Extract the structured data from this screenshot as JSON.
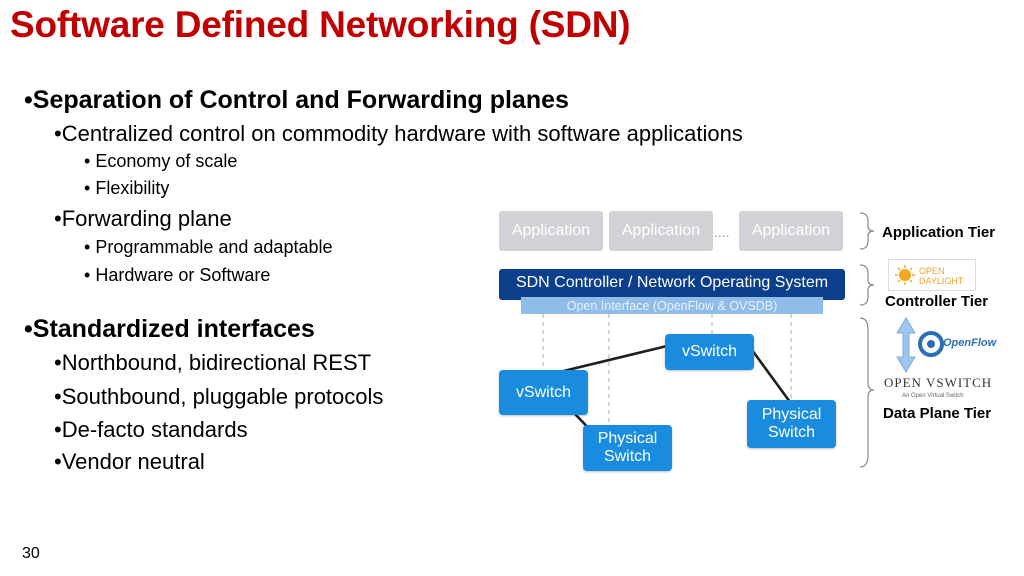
{
  "slide": {
    "title": "Software Defined Networking (SDN)",
    "page_number": "30"
  },
  "bullets": [
    {
      "level": 1,
      "text": "Separation of Control and Forwarding planes"
    },
    {
      "level": 2,
      "text": "Centralized control on commodity hardware with software applications"
    },
    {
      "level": 3,
      "text": "Economy of scale"
    },
    {
      "level": 3,
      "text": "Flexibility"
    },
    {
      "level": 2,
      "text": "Forwarding plane"
    },
    {
      "level": 3,
      "text": "Programmable and adaptable"
    },
    {
      "level": 3,
      "text": "Hardware or Software"
    },
    {
      "level": 1,
      "text": "Standardized interfaces"
    },
    {
      "level": 2,
      "text": "Northbound, bidirectional REST"
    },
    {
      "level": 2,
      "text": "Southbound, pluggable protocols"
    },
    {
      "level": 2,
      "text": "De-facto standards"
    },
    {
      "level": 2,
      "text": "Vendor neutral"
    }
  ],
  "bullet_char": "•",
  "diagram": {
    "applications": [
      "Application",
      "Application",
      "Application"
    ],
    "ellipsis": "....",
    "controller": "SDN Controller / Network Operating System",
    "interface": "Open Interface (OpenFlow & OVSDB)",
    "nodes": {
      "vswitch_left": "vSwitch",
      "vswitch_center": "vSwitch",
      "physical_left": "Physical Switch",
      "physical_right": "Physical Switch"
    },
    "tiers": {
      "application": "Application Tier",
      "controller": "Controller Tier",
      "data_plane": "Data Plane Tier"
    },
    "logos": {
      "opendaylight": [
        "OPEN",
        "DAYLIGHT"
      ],
      "openflow": "OpenFlow",
      "openvswitch": "OPEN VSWITCH",
      "openvswitch_sub": "An Open Virtual Switch"
    },
    "colors": {
      "app_box": "#d0d2d5",
      "controller": "#0b3f8c",
      "interface": "#8fbce9",
      "node": "#1a8ce0"
    }
  },
  "colors": {
    "title": "#c00000"
  }
}
